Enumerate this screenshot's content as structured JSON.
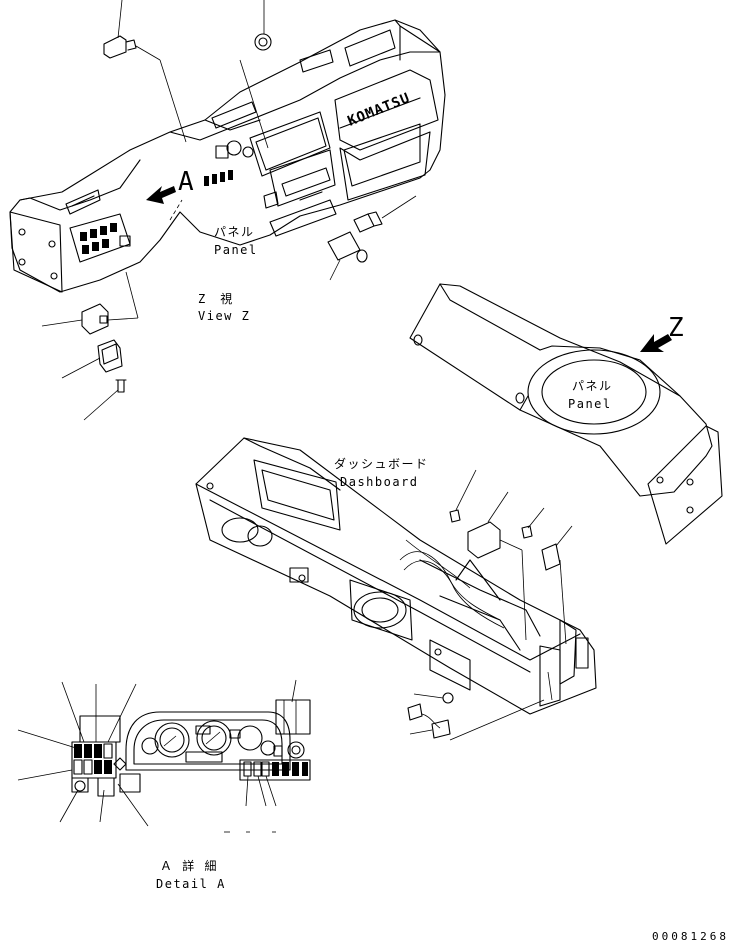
{
  "labels": {
    "panel_jp_1": "パネル",
    "panel_en_1": "Panel",
    "view_jp": "Z　視",
    "view_en": "View Z",
    "panel_jp_2": "パネル",
    "panel_en_2": "Panel",
    "dashboard_jp": "ダッシュボード",
    "dashboard_en": "Dashboard",
    "detail_jp": "Ａ 詳 細",
    "detail_en": "Detail A",
    "arrow_a": "A",
    "arrow_z": "Z",
    "brand": "KOMATSU"
  },
  "document_number": "00081268"
}
